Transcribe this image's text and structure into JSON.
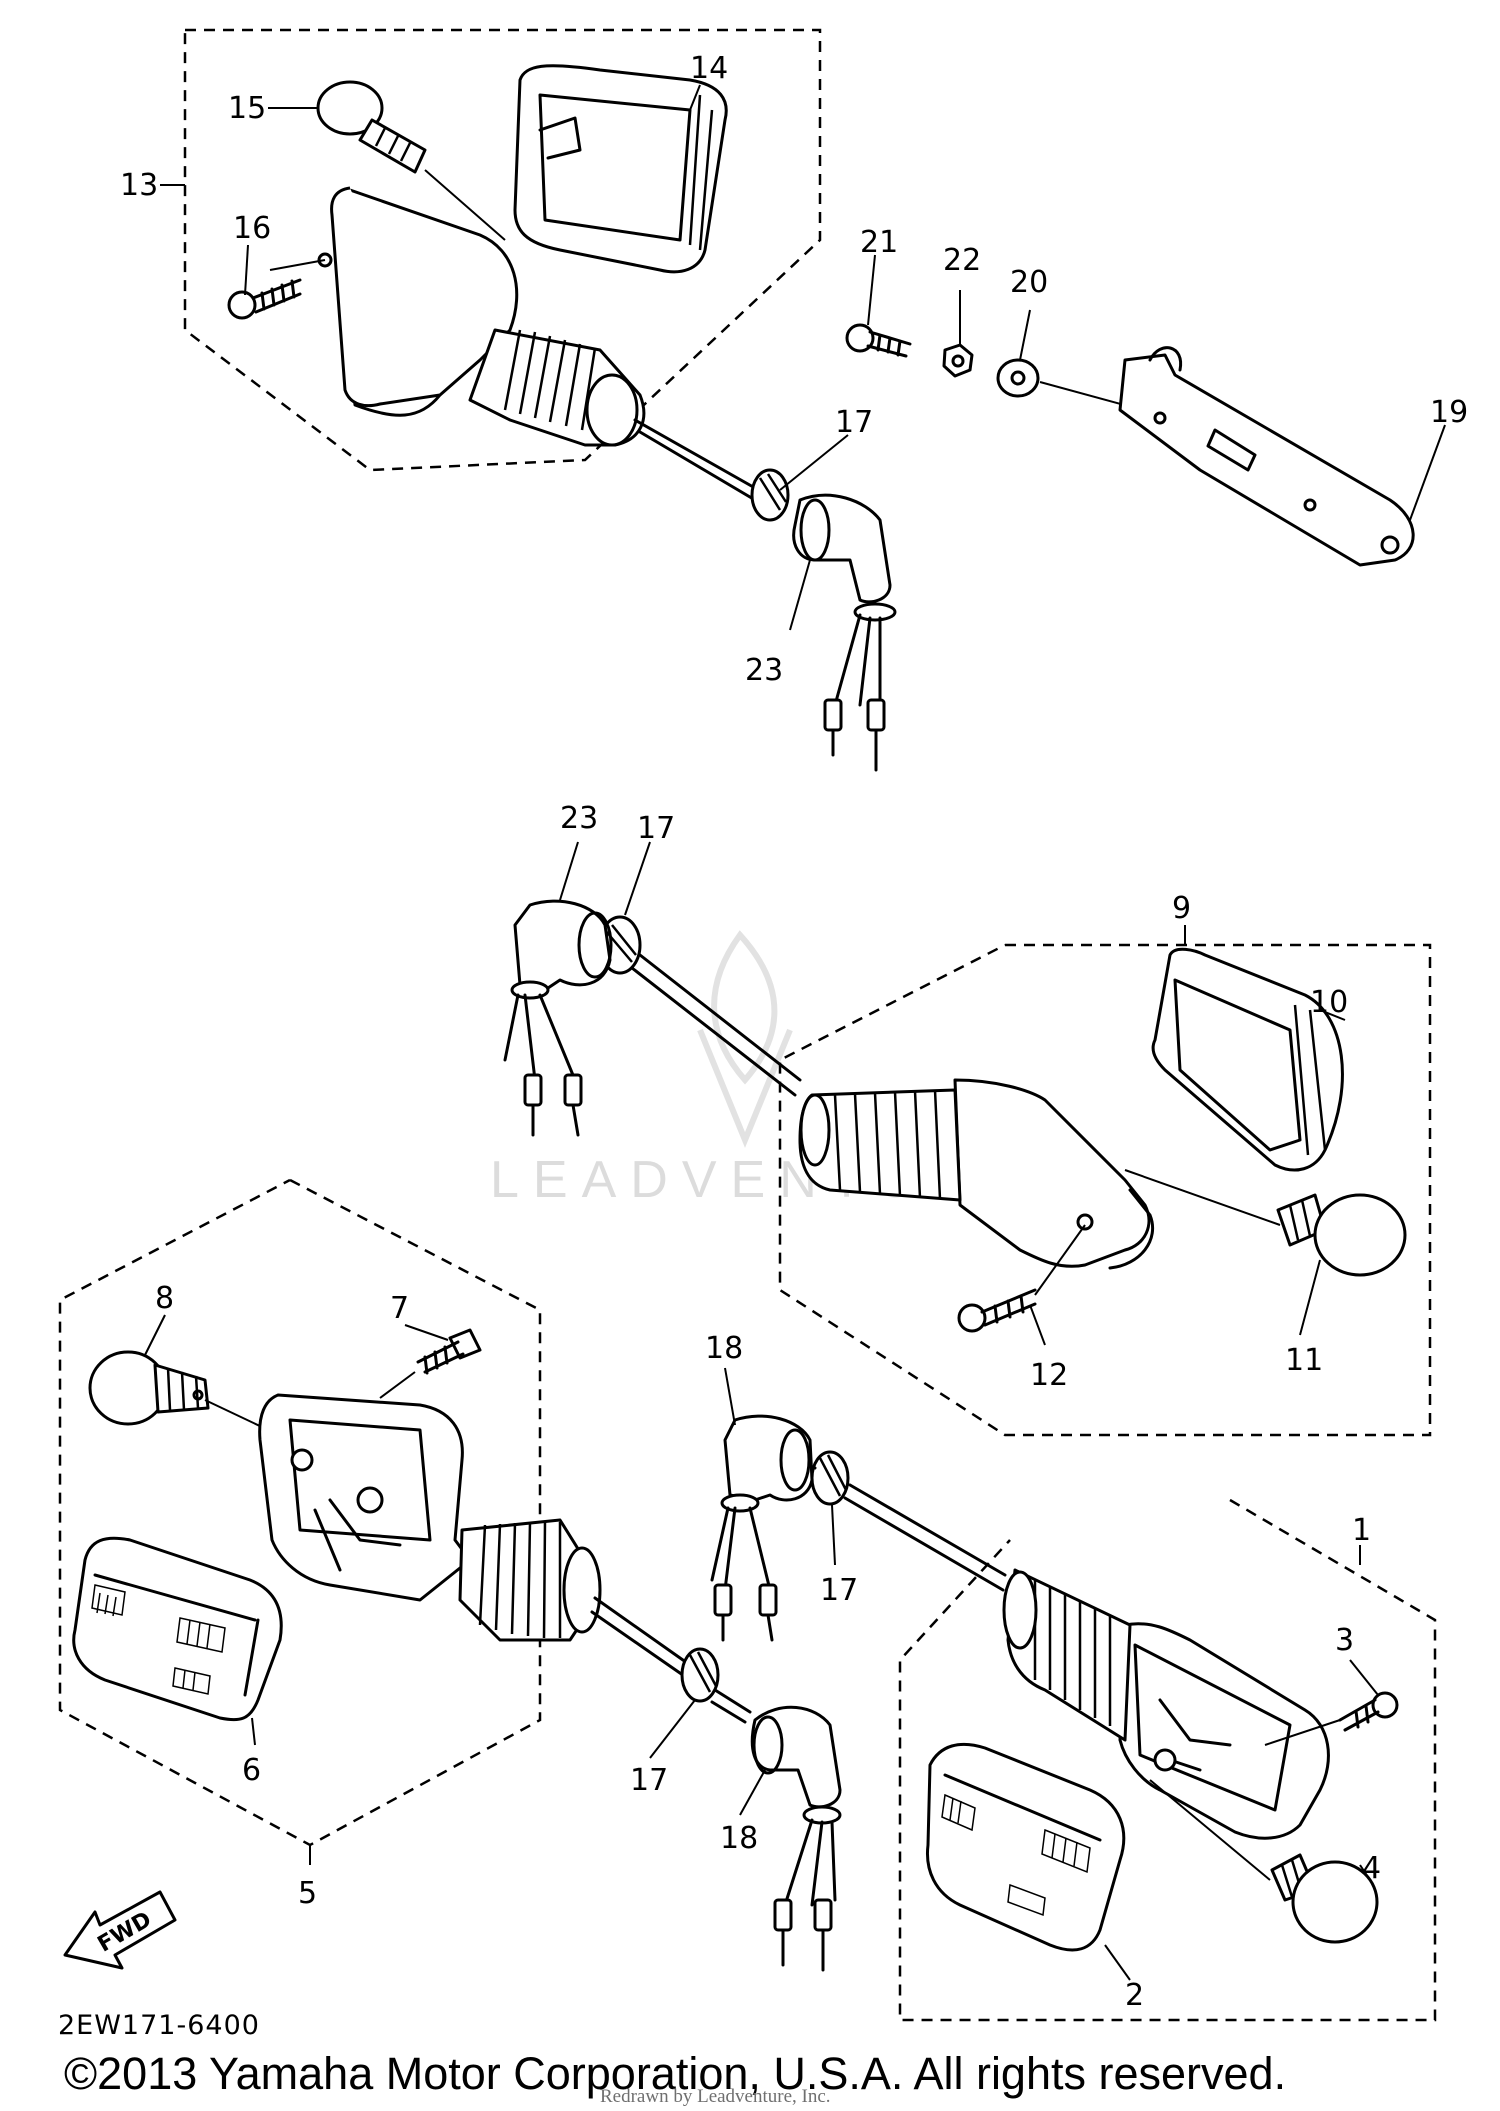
{
  "callouts": {
    "c1": "1",
    "c2": "2",
    "c3": "3",
    "c4": "4",
    "c5": "5",
    "c6": "6",
    "c7": "7",
    "c8": "8",
    "c9": "9",
    "c10": "10",
    "c11": "11",
    "c12": "12",
    "c13": "13",
    "c14": "14",
    "c15": "15",
    "c16": "16",
    "c17a": "17",
    "c17b": "17",
    "c17c": "17",
    "c17d": "17",
    "c18a": "18",
    "c18b": "18",
    "c19": "19",
    "c20": "20",
    "c21": "21",
    "c22": "22",
    "c23a": "23",
    "c23b": "23"
  },
  "fwd_label": "FWD",
  "drawing_code": "2EW171-6400",
  "copyright": "©2013 Yamaha Motor Corporation, U.S.A. All rights reserved.",
  "redraw_note": "Redrawn by Leadventure, Inc.",
  "watermark": "LEADVENTURE",
  "colors": {
    "ink": "#000000",
    "paper": "#ffffff",
    "watermark": "#dcdcdc"
  }
}
